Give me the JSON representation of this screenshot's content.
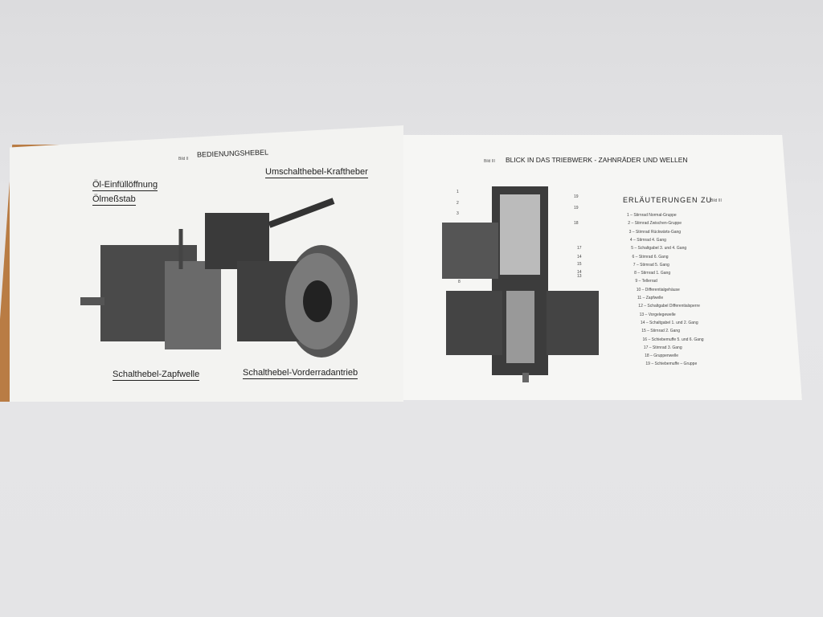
{
  "left_page": {
    "caption_prefix": "Bild II",
    "title": "BEDIENUNGSHEBEL",
    "labels": [
      "Umschalthebel-Kraftheber",
      "Öl-Einfüllöffnung",
      "Ölmeßstab",
      "Schalthebel-Zapfwelle",
      "Schalthebel-Vorderradantrieb"
    ]
  },
  "right_page": {
    "caption_prefix": "Bild III",
    "title": "BLICK IN DAS TRIEBWERK - ZAHNRÄDER UND WELLEN",
    "legend_title": "ERLÄUTERUNGEN ZU",
    "legend_ref": "Bild III",
    "left_numbers": [
      "1",
      "2",
      "3",
      "8"
    ],
    "right_numbers": [
      "19",
      "19",
      "18",
      "17",
      "14",
      "15",
      "14",
      "13"
    ],
    "legend": [
      "1 – Stirnrad Normal-Gruppe",
      "2 – Stirnrad Zwischen-Gruppe",
      "3 – Stirnrad Rückwärts-Gang",
      "4 – Stirnrad 4. Gang",
      "5 – Schaltgabel 3. und 4. Gang",
      "6 – Stirnrad 6. Gang",
      "7 – Stirnrad 5. Gang",
      "8 – Stirnrad 1. Gang",
      "9 – Tellerrad",
      "10 – Differentialgehäuse",
      "11 – Zapfwelle",
      "12 – Schaltgabel Differentialsperre",
      "13 – Vorgelegewelle",
      "14 – Schaltgabel 1. und 2. Gang",
      "15 – Stirnrad 2. Gang",
      "16 – Schiebemuffe 5. und 6. Gang",
      "17 – Stirnrad 3. Gang",
      "18 – Gruppenwelle",
      "19 – Schiebemuffe – Gruppe"
    ]
  }
}
